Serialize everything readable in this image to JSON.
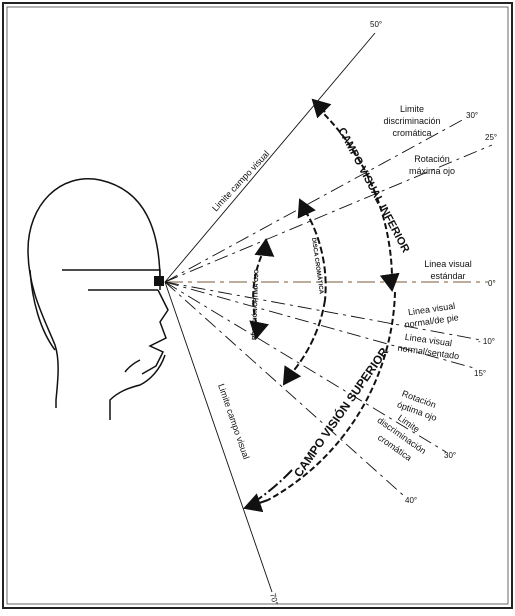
{
  "lines": [
    {
      "id": "limite-superior",
      "angle": "50°"
    },
    {
      "id": "limite-discriminacion-sup",
      "angle": "30°"
    },
    {
      "id": "rotacion-maxima",
      "angle": "25°"
    },
    {
      "id": "linea-estandar",
      "angle": "0°"
    },
    {
      "id": "normal-de-pie",
      "angle": "- 10°"
    },
    {
      "id": "normal-sentado",
      "angle": "15°"
    },
    {
      "id": "rotacion-optima",
      "angle": "30°"
    },
    {
      "id": "limite-discriminacion-inf",
      "angle": "40°"
    },
    {
      "id": "limite-inferior",
      "angle": "70°"
    }
  ],
  "labels": {
    "limite_campo_upper": "Limite campo visual",
    "limite_campo_lower": "Limite campo visual",
    "limite_discriminacion_upper": [
      "Limite",
      "discriminación",
      "cromática"
    ],
    "rotacion_maxima": [
      "Rotación",
      "máxima ojo"
    ],
    "linea_visual_estandar": [
      "Linea visual",
      "estándar"
    ],
    "linea_visual_de_pie": [
      "Linea visual",
      "normal/de pie"
    ],
    "linea_visual_sentado": [
      "Linea visual",
      "normal/sentado"
    ],
    "rotacion_optima": [
      "Rotación",
      "óptima ojo"
    ],
    "limite_discriminacion_lower": [
      "Limite",
      "discriminación",
      "cromática"
    ],
    "campo_visual_inferior": "CAMPO VISUAL INFERIOR",
    "campo_vision_superior": "CAMPO VISIÓN SUPERIOR",
    "disco_cromatica": "DISCA CROMÁTICA",
    "rotacion_optima_ojo": "ROTACIÓN ÓPTIMA OJO"
  },
  "colors": {
    "ink": "#111111",
    "border": "#222222",
    "horizon": "#7a5a3a"
  }
}
